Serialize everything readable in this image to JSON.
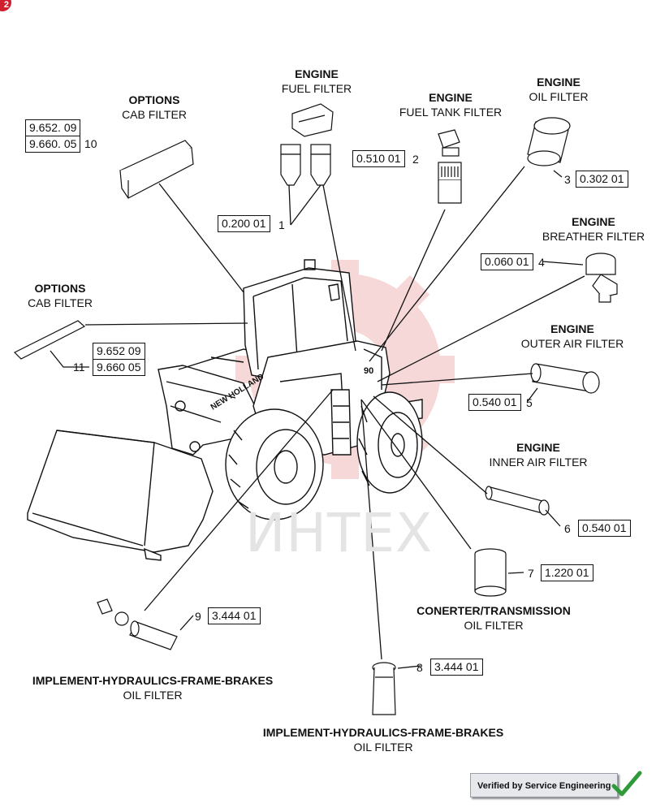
{
  "page_badge": "2",
  "watermark": {
    "text": "ИНТЕХ",
    "gear_color": "#f2c4c4"
  },
  "verified_stamp": "Verified by Service Engineering",
  "callouts": [
    {
      "id": "10",
      "title": "OPTIONS",
      "subtitle": "CAB FILTER",
      "refs": [
        "9.652. 09",
        "9.660. 05"
      ]
    },
    {
      "id": "1",
      "title": "ENGINE",
      "subtitle": "FUEL FILTER",
      "refs": [
        "0.200 01"
      ]
    },
    {
      "id": "2",
      "title": "ENGINE",
      "subtitle": "FUEL TANK FILTER",
      "refs": [
        "0.510 01"
      ]
    },
    {
      "id": "3",
      "title": "ENGINE",
      "subtitle": "OIL FILTER",
      "refs": [
        "0.302 01"
      ]
    },
    {
      "id": "4",
      "title": "ENGINE",
      "subtitle": "BREATHER FILTER",
      "refs": [
        "0.060 01"
      ]
    },
    {
      "id": "11",
      "title": "OPTIONS",
      "subtitle": "CAB FILTER",
      "refs": [
        "9.652 09",
        "9.660 05"
      ]
    },
    {
      "id": "5",
      "title": "ENGINE",
      "subtitle": "OUTER AIR FILTER",
      "refs": [
        "0.540 01"
      ]
    },
    {
      "id": "6",
      "title": "ENGINE",
      "subtitle": "INNER AIR FILTER",
      "refs": [
        "0.540 01"
      ]
    },
    {
      "id": "7",
      "title": "CONERTER/TRANSMISSION",
      "subtitle": "OIL FILTER",
      "refs": [
        "1.220 01"
      ]
    },
    {
      "id": "9",
      "title": "IMPLEMENT-HYDRAULICS-FRAME-BRAKES",
      "subtitle": "OIL FILTER",
      "refs": [
        "3.444 01"
      ]
    },
    {
      "id": "8",
      "title": "IMPLEMENT-HYDRAULICS-FRAME-BRAKES",
      "subtitle": "OIL FILTER",
      "refs": [
        "3.444 01"
      ]
    }
  ],
  "machine": {
    "brand": "NEW HOLLAND",
    "model": "90"
  }
}
